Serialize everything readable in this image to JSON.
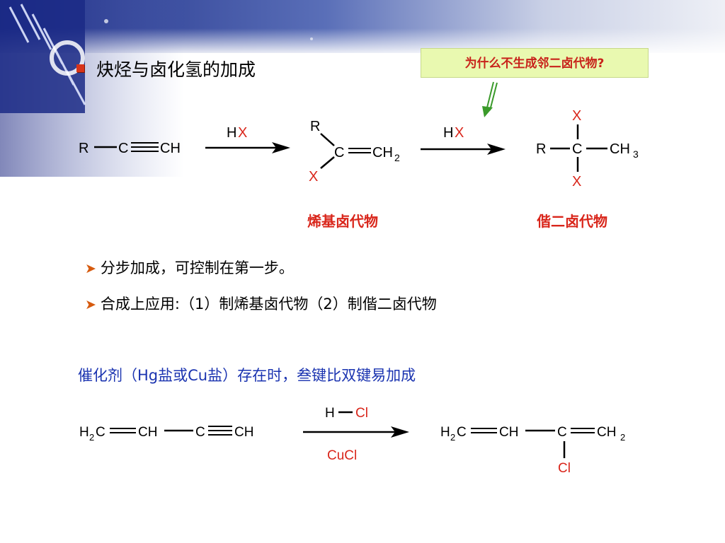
{
  "title": "炔烃与卤化氢的加成",
  "note": "为什么不生成邻二卤代物?",
  "reaction1": {
    "reactant": {
      "r": "R",
      "c": "C",
      "ch": "CH"
    },
    "reagent1": {
      "h": "H",
      "x": "X"
    },
    "intermediate": {
      "r": "R",
      "c": "C",
      "ch2": "CH",
      "sub2": "2",
      "x": "X"
    },
    "reagent2": {
      "h": "H",
      "x": "X"
    },
    "product": {
      "x_top": "X",
      "r": "R",
      "c": "C",
      "ch3": "CH",
      "sub3": "3",
      "x_bottom": "X"
    },
    "label_vinyl": "烯基卤代物",
    "label_gem": "偕二卤代物"
  },
  "points": [
    "分步加成，可控制在第一步。",
    "合成上应用:（1）制烯基卤代物（2）制偕二卤代物"
  ],
  "catalyst_line": "催化剂（Hg盐或Cu盐）存在时，叁键比双键易加成",
  "reaction2": {
    "reactant": {
      "h": "H",
      "sub2": "2",
      "c1": "C",
      "ch1": "CH",
      "c2": "C",
      "ch2": "CH"
    },
    "reagent_top": {
      "h": "H",
      "cl": "Cl"
    },
    "reagent_bottom": "CuCl",
    "product": {
      "h": "H",
      "sub2a": "2",
      "c1": "C",
      "ch1": "CH",
      "c2": "C",
      "ch2": "CH",
      "sub2b": "2",
      "cl": "Cl"
    }
  },
  "colors": {
    "red": "#d9261b",
    "blue": "#1a33b0",
    "note_bg": "#e9f9b0",
    "bullet": "#d8341a",
    "arrow": "#d65b0f"
  },
  "icons": [
    "bullet-square-icon",
    "right-arrow-bullet-icon",
    "green-down-arrow-icon"
  ]
}
